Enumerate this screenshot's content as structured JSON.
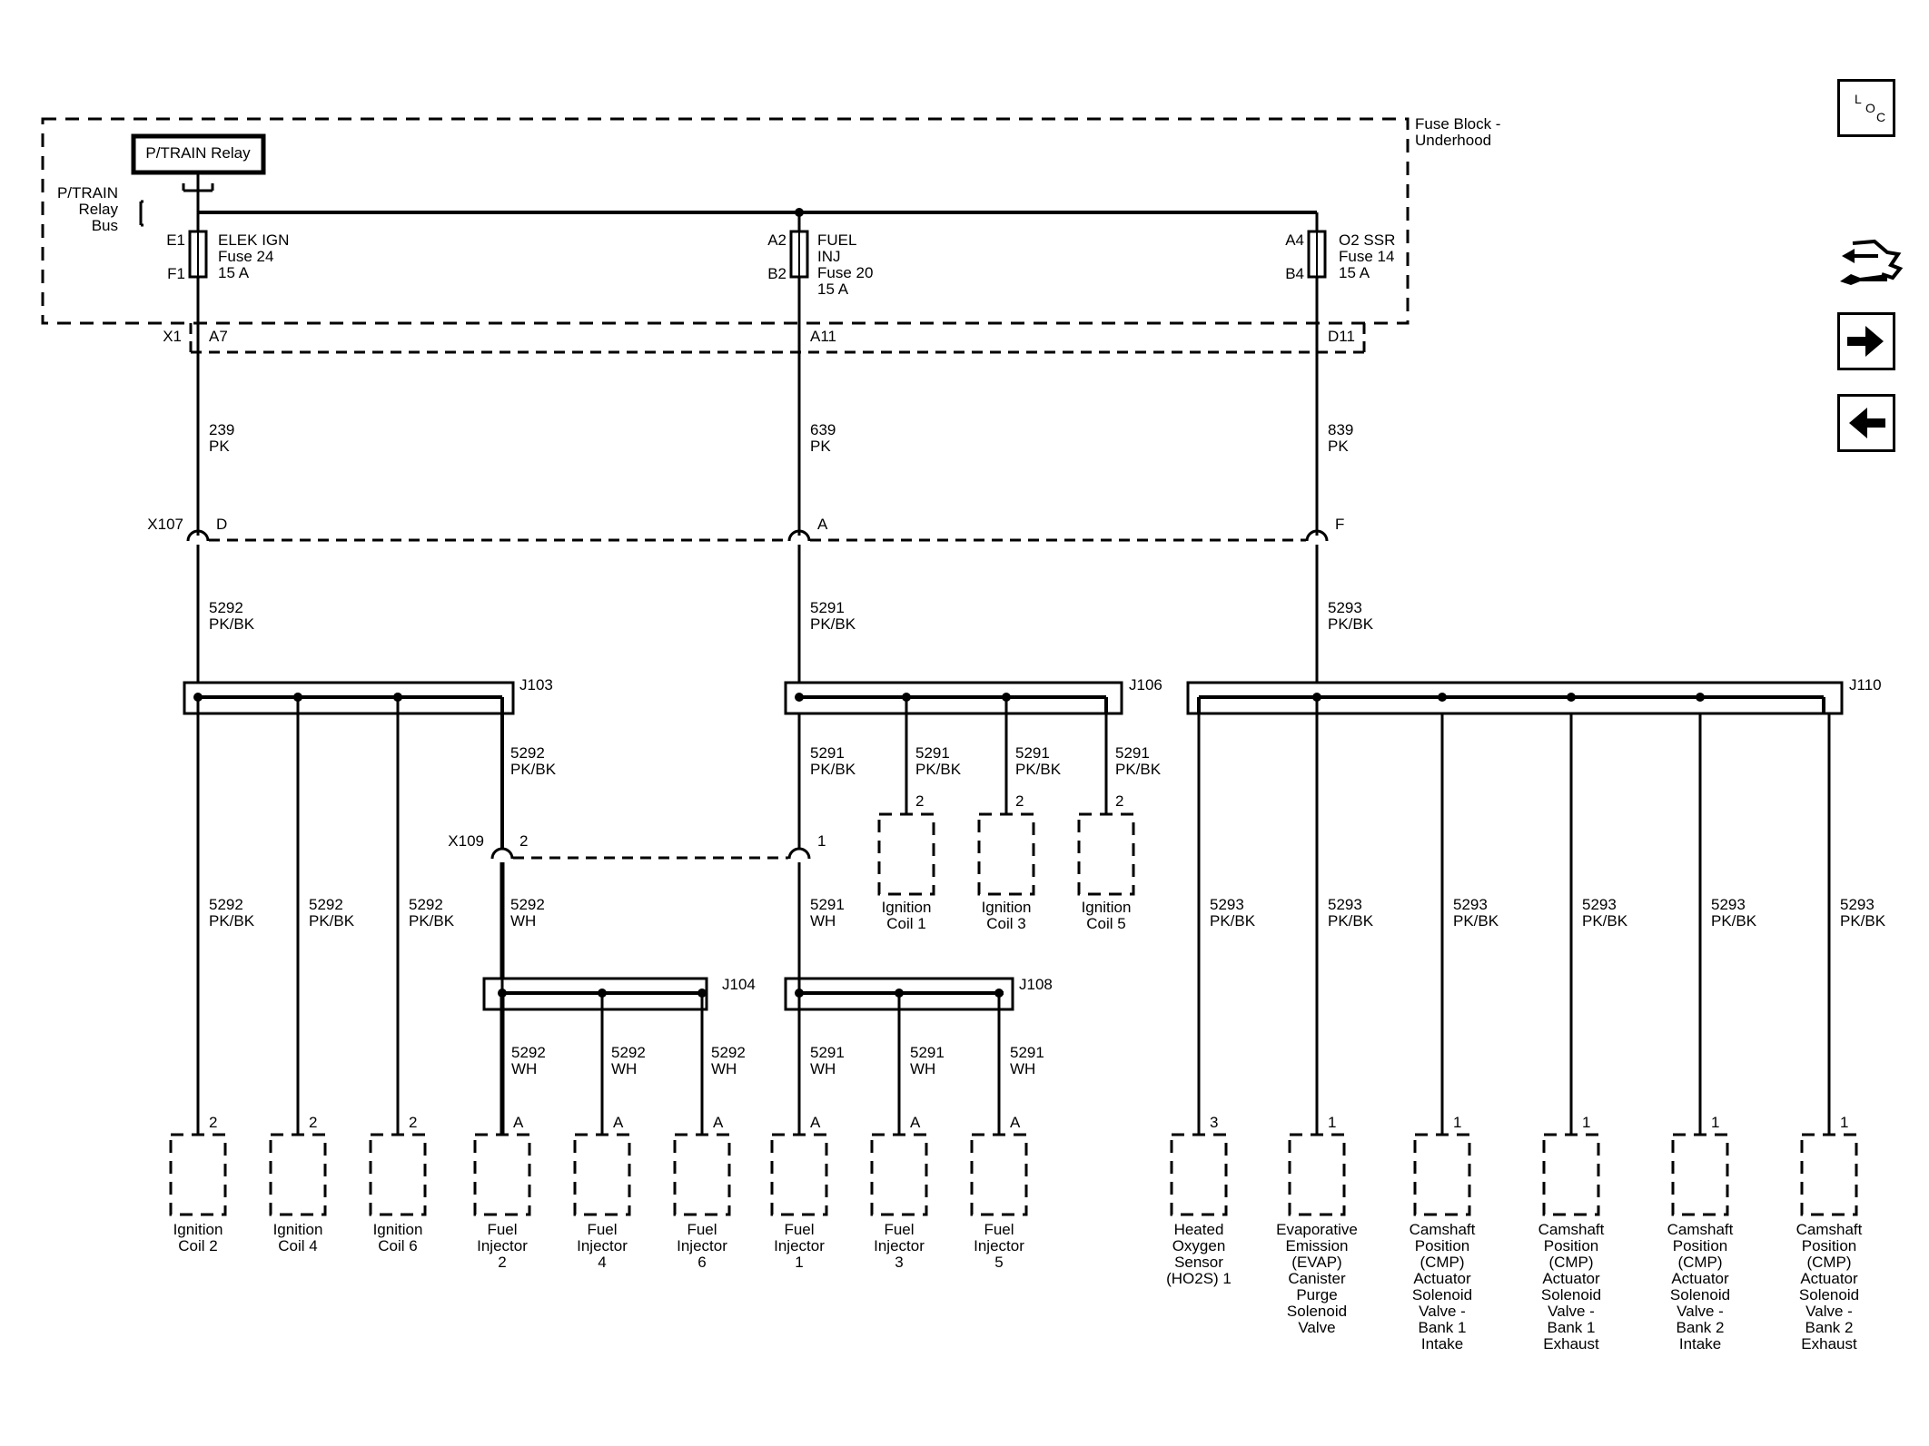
{
  "fuse_block": {
    "title": "Fuse Block -",
    "subtitle": "Underhood",
    "relay": "P/TRAIN Relay",
    "bus": [
      "P/TRAIN",
      "Relay",
      "Bus"
    ],
    "fuses": [
      {
        "in": "E1",
        "out": "F1",
        "label": [
          "ELEK IGN",
          "Fuse 24",
          "15 A"
        ]
      },
      {
        "in": "A2",
        "out": "B2",
        "label": [
          "FUEL",
          "INJ",
          "Fuse 20",
          "15 A"
        ]
      },
      {
        "in": "A4",
        "out": "B4",
        "label": [
          "O2 SSR",
          "Fuse 14",
          "15 A"
        ]
      }
    ]
  },
  "x1": {
    "name": "X1",
    "pins": [
      "A7",
      "A11",
      "D11"
    ]
  },
  "feed_wires": [
    [
      "239",
      "PK"
    ],
    [
      "639",
      "PK"
    ],
    [
      "839",
      "PK"
    ]
  ],
  "x107": {
    "name": "X107",
    "pins": [
      "D",
      "A",
      "F"
    ]
  },
  "circuit_wires": [
    [
      "5292",
      "PK/BK"
    ],
    [
      "5291",
      "PK/BK"
    ],
    [
      "5293",
      "PK/BK"
    ]
  ],
  "splices": {
    "j103": "J103",
    "j106": "J106",
    "j110": "J110",
    "j104": "J104",
    "j108": "J108"
  },
  "x109": {
    "name": "X109",
    "pins": [
      "2",
      "1"
    ]
  },
  "wires": {
    "w5292_pkbk": [
      "5292",
      "PK/BK"
    ],
    "w5291_pkbk": [
      "5291",
      "PK/BK"
    ],
    "w5293_pkbk": [
      "5293",
      "PK/BK"
    ],
    "w5292_wh": [
      "5292",
      "WH"
    ],
    "w5291_wh": [
      "5291",
      "WH"
    ]
  },
  "upper_coils": [
    {
      "pin": "2",
      "label": [
        "Ignition",
        "Coil 1"
      ]
    },
    {
      "pin": "2",
      "label": [
        "Ignition",
        "Coil 3"
      ]
    },
    {
      "pin": "2",
      "label": [
        "Ignition",
        "Coil 5"
      ]
    }
  ],
  "components": [
    {
      "pin": "2",
      "label": [
        "Ignition",
        "Coil 2"
      ]
    },
    {
      "pin": "2",
      "label": [
        "Ignition",
        "Coil 4"
      ]
    },
    {
      "pin": "2",
      "label": [
        "Ignition",
        "Coil 6"
      ]
    },
    {
      "pin": "A",
      "label": [
        "Fuel",
        "Injector",
        "2"
      ]
    },
    {
      "pin": "A",
      "label": [
        "Fuel",
        "Injector",
        "4"
      ]
    },
    {
      "pin": "A",
      "label": [
        "Fuel",
        "Injector",
        "6"
      ]
    },
    {
      "pin": "A",
      "label": [
        "Fuel",
        "Injector",
        "1"
      ]
    },
    {
      "pin": "A",
      "label": [
        "Fuel",
        "Injector",
        "3"
      ]
    },
    {
      "pin": "A",
      "label": [
        "Fuel",
        "Injector",
        "5"
      ]
    },
    {
      "pin": "3",
      "label": [
        "Heated",
        "Oxygen",
        "Sensor",
        "(HO2S) 1"
      ]
    },
    {
      "pin": "1",
      "label": [
        "Evaporative",
        "Emission",
        "(EVAP)",
        "Canister",
        "Purge",
        "Solenoid",
        "Valve"
      ]
    },
    {
      "pin": "1",
      "label": [
        "Camshaft",
        "Position",
        "(CMP)",
        "Actuator",
        "Solenoid",
        "Valve -",
        "Bank 1",
        "Intake"
      ]
    },
    {
      "pin": "1",
      "label": [
        "Camshaft",
        "Position",
        "(CMP)",
        "Actuator",
        "Solenoid",
        "Valve -",
        "Bank 1",
        "Exhaust"
      ]
    },
    {
      "pin": "1",
      "label": [
        "Camshaft",
        "Position",
        "(CMP)",
        "Actuator",
        "Solenoid",
        "Valve -",
        "Bank 2",
        "Intake"
      ]
    },
    {
      "pin": "1",
      "label": [
        "Camshaft",
        "Position",
        "(CMP)",
        "Actuator",
        "Solenoid",
        "Valve -",
        "Bank 2",
        "Exhaust"
      ]
    }
  ],
  "nav": {
    "loc": [
      "L",
      "O",
      "C"
    ],
    "buttons": [
      "connector-icon",
      "next-arrow-icon",
      "previous-arrow-icon"
    ]
  }
}
